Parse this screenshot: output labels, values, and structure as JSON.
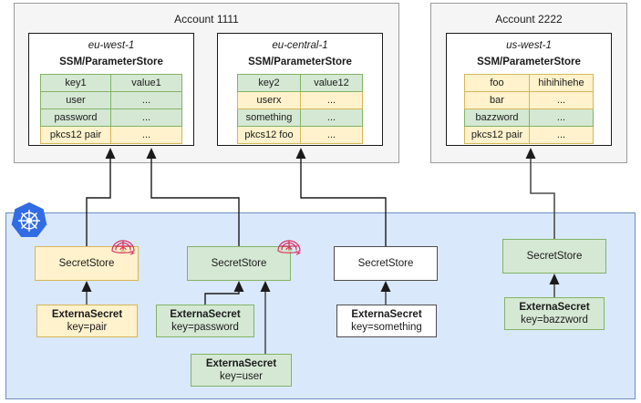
{
  "diagram": {
    "title": "External Secrets multi-account / multi-region diagram",
    "colors": {
      "green_fill": "#d5e8d4",
      "green_stroke": "#82b366",
      "yellow_fill": "#fff2cc",
      "yellow_stroke": "#d6b656",
      "blue_fill": "#dae8fc",
      "blue_stroke": "#6c8ebf",
      "gray_fill": "#f5f5f5",
      "gray_stroke": "#9a9a9a",
      "white_fill": "#ffffff",
      "dark_stroke": "#4d4d4d",
      "k8s_blue": "#326ce5",
      "helm_red": "#d9315f"
    },
    "accounts": [
      {
        "name": "account-1111",
        "title": "Account 1111",
        "regions": [
          {
            "name": "region-eu-west-1",
            "title": "eu-west-1",
            "subtitle": "SSM/ParameterStore",
            "rows": [
              {
                "key": "key1",
                "value": "value1",
                "key_color": "green",
                "value_color": "green"
              },
              {
                "key": "user",
                "value": "...",
                "key_color": "green",
                "value_color": "green"
              },
              {
                "key": "password",
                "value": "...",
                "key_color": "green",
                "value_color": "green"
              },
              {
                "key": "pkcs12 pair",
                "value": "...",
                "key_color": "yellow",
                "value_color": "yellow"
              }
            ]
          },
          {
            "name": "region-eu-central-1",
            "title": "eu-central-1",
            "subtitle": "SSM/ParameterStore",
            "rows": [
              {
                "key": "key2",
                "value": "value12",
                "key_color": "green",
                "value_color": "green"
              },
              {
                "key": "userx",
                "value": "...",
                "key_color": "yellow",
                "value_color": "yellow"
              },
              {
                "key": "something",
                "value": "...",
                "key_color": "green",
                "value_color": "green"
              },
              {
                "key": "pkcs12 foo",
                "value": "...",
                "key_color": "yellow",
                "value_color": "yellow"
              }
            ]
          }
        ]
      },
      {
        "name": "account-2222",
        "title": "Account 2222",
        "regions": [
          {
            "name": "region-us-west-1",
            "title": "us-west-1",
            "subtitle": "SSM/ParameterStore",
            "rows": [
              {
                "key": "foo",
                "value": "hihihihehe",
                "key_color": "yellow",
                "value_color": "yellow"
              },
              {
                "key": "bar",
                "value": "...",
                "key_color": "yellow",
                "value_color": "yellow"
              },
              {
                "key": "bazzword",
                "value": "...",
                "key_color": "green",
                "value_color": "green"
              },
              {
                "key": "pkcs12 pair",
                "value": "...",
                "key_color": "yellow",
                "value_color": "yellow"
              }
            ]
          }
        ]
      }
    ],
    "cluster": {
      "name": "kubernetes-cluster",
      "icon": "kubernetes-icon",
      "secret_stores": [
        {
          "name": "secretstore-pair",
          "label": "SecretStore",
          "style": "yellow",
          "helm": true
        },
        {
          "name": "secretstore-password",
          "label": "SecretStore",
          "style": "green",
          "helm": true
        },
        {
          "name": "secretstore-something",
          "label": "SecretStore",
          "style": "white",
          "helm": false
        },
        {
          "name": "secretstore-bazzword",
          "label": "SecretStore",
          "style": "green",
          "helm": false
        }
      ],
      "external_secrets": [
        {
          "name": "externalsecret-pair",
          "title": "ExternaSecret",
          "subtitle": "key=pair",
          "style": "yellow"
        },
        {
          "name": "externalsecret-password",
          "title": "ExternaSecret",
          "subtitle": "key=password",
          "style": "green"
        },
        {
          "name": "externalsecret-user",
          "title": "ExternaSecret",
          "subtitle": "key=user",
          "style": "green"
        },
        {
          "name": "externalsecret-something",
          "title": "ExternaSecret",
          "subtitle": "key=something",
          "style": "white"
        },
        {
          "name": "externalsecret-bazzword",
          "title": "ExternaSecret",
          "subtitle": "key=bazzword",
          "style": "green"
        }
      ]
    }
  }
}
